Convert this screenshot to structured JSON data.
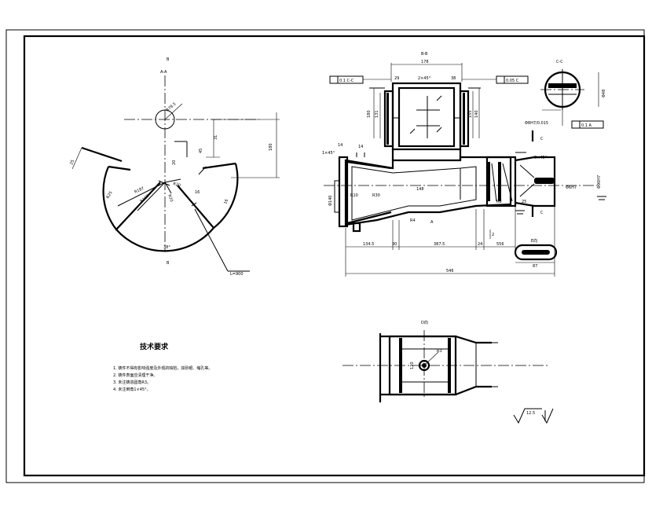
{
  "view_aa": {
    "top_label": "B",
    "section_label": "A-A",
    "bottom_label": "B",
    "dim_r_top": "R78.5",
    "dim_31": "31",
    "dim_h": "180",
    "dim_45": "45",
    "dim_20": "20",
    "dim_r187": "R187",
    "dim_r162": "R162",
    "dim_r25": "R25",
    "dim_r20": "R20",
    "dim_r20b": "R20",
    "dim_16a": "16",
    "dim_16b": "16",
    "dim_25": "25",
    "dim_38": "38°",
    "dim_leader": "L=900"
  },
  "view_bb": {
    "section_label": "B-B",
    "dim_178": "178",
    "dim_29": "29",
    "dim_2x45": "2×45°",
    "dim_38": "38",
    "tol_left": "0.1 C-C",
    "tol_right": "0.05 C",
    "left_h1": "180",
    "left_h2": "131",
    "right_h1": "140",
    "right_h2": "155",
    "dim_14": "14",
    "dim_1x45": "1×45°",
    "dim_14b": "14",
    "dim_148": "148",
    "dim_r10": "R10",
    "dim_r30": "R30",
    "dim_phi": "Φ140",
    "dim_a": "A",
    "dim_8x45": "8×45°",
    "dim_r8": "R8",
    "dim_r4": "R4",
    "dim_25": "25",
    "dim_c_top": "C",
    "dim_c_bot": "C",
    "dim_e_view": "E向",
    "dim_2": "2",
    "dim_b1": "134.5",
    "dim_b2": "30",
    "dim_b3": "387.5",
    "dim_b4": "24",
    "dim_b5": "556",
    "dim_total": "546",
    "dim_87": "87",
    "dim_r_inner": "Φ90H7",
    "dim_detail": "Φ6H7"
  },
  "view_cc": {
    "section_label": "C-C",
    "dim_side": "Φ48",
    "dim_bottom": "Φ8H7/0.015",
    "tol": "0.1 A"
  },
  "view_d": {
    "label": "D向",
    "dim_h": "120",
    "dim_r": "R3"
  },
  "notes": {
    "title": "技术要求",
    "items": [
      "1. 铸件不得有影响强度及外观的缺陷，如砂眼、缩孔等。",
      "2. 铸件表面应清理干净。",
      "3. 未注铸造圆角R3。",
      "4. 未注倒角1×45°。"
    ]
  },
  "roughness": {
    "value": "12.5"
  }
}
